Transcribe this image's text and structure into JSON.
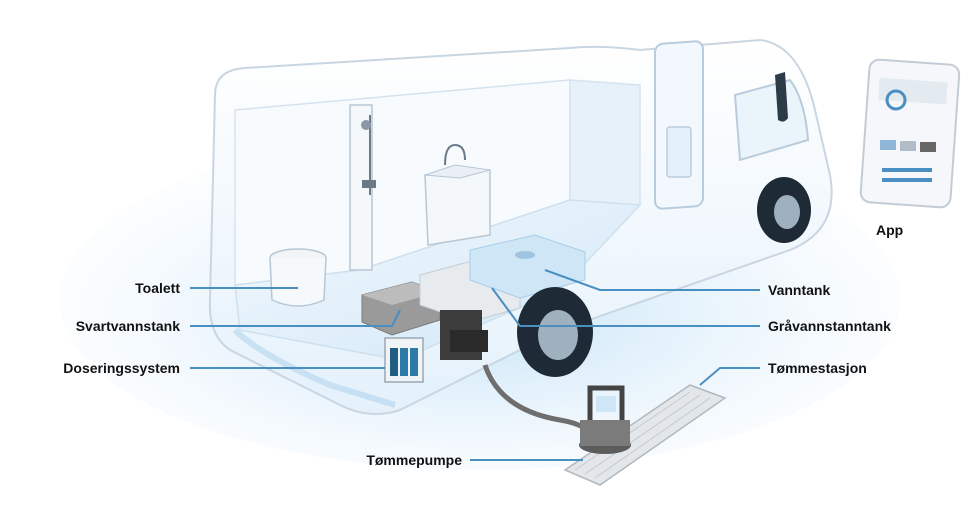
{
  "labels": {
    "toalett": "Toalett",
    "svartvannstank": "Svartvannstank",
    "doseringssystem": "Doseringssystem",
    "tommepumpe": "Tømmepumpe",
    "vanntank": "Vanntank",
    "gravannstanntank": "Gråvannstanntank",
    "tommestasjon": "Tømmestasjon",
    "app": "App"
  },
  "colors": {
    "leader_line": "#4a8fc2",
    "van_outline": "#c9d6e2",
    "glow": "#a9d4f3",
    "tank_blue": "#cfe6f7",
    "dark": "#3c3c3c"
  }
}
